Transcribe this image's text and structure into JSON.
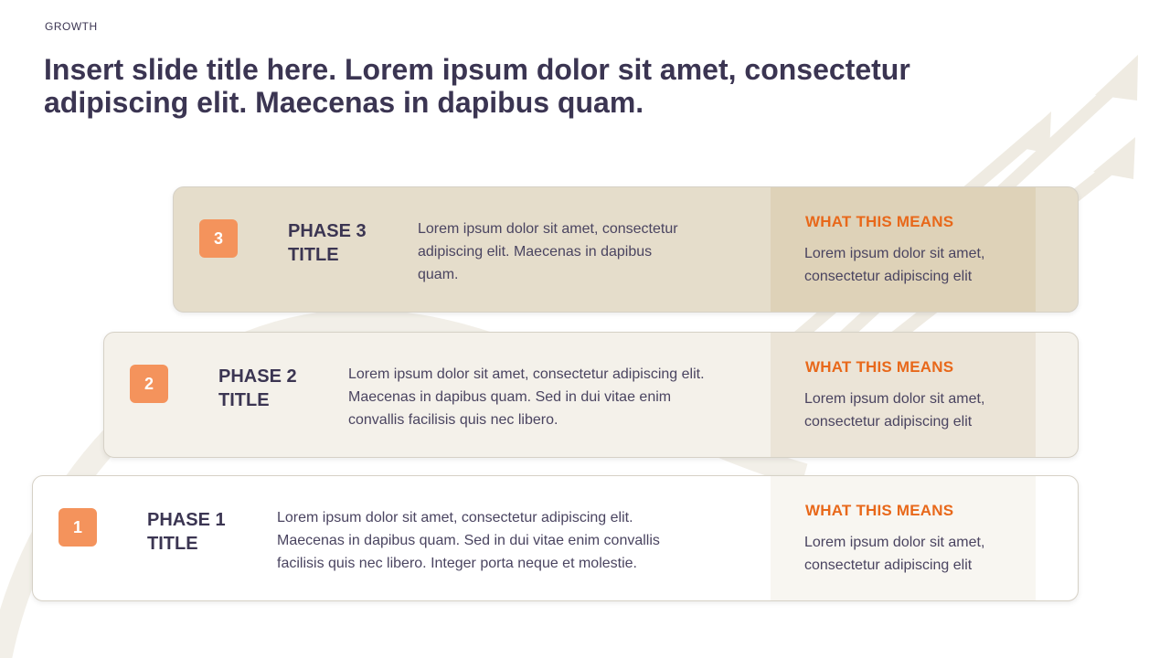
{
  "header": {
    "section_label": "GROWTH",
    "title": "Insert slide title here. Lorem ipsum dolor sit amet, consectetur adipiscing elit. Maecenas in dapibus quam."
  },
  "phases": [
    {
      "number": "3",
      "title": "PHASE 3\nTITLE",
      "description": "Lorem ipsum dolor sit amet, consectetur adipiscing elit. Maecenas in dapibus quam.",
      "means_heading": "WHAT THIS MEANS",
      "means_text": "Lorem ipsum dolor sit amet, consectetur adipiscing elit"
    },
    {
      "number": "2",
      "title": "PHASE 2\nTITLE",
      "description": "Lorem ipsum dolor sit amet, consectetur adipiscing elit. Maecenas in dapibus quam. Sed in dui vitae enim convallis facilisis quis nec libero.",
      "means_heading": "WHAT THIS MEANS",
      "means_text": "Lorem ipsum dolor sit amet, consectetur adipiscing elit"
    },
    {
      "number": "1",
      "title": "PHASE 1\nTITLE",
      "description": "Lorem ipsum dolor sit amet, consectetur adipiscing elit. Maecenas in dapibus quam. Sed in dui vitae enim convallis facilisis quis nec libero. Integer porta neque et molestie.",
      "means_heading": "WHAT THIS MEANS",
      "means_text": "Lorem ipsum dolor sit amet, consectetur adipiscing elit"
    }
  ],
  "colors": {
    "title": "#3b3552",
    "accent_orange": "#e8681a",
    "badge": "#f4935c",
    "card_3": "#e5ddcb",
    "card_2": "#f4f1ea",
    "card_1": "#ffffff"
  }
}
